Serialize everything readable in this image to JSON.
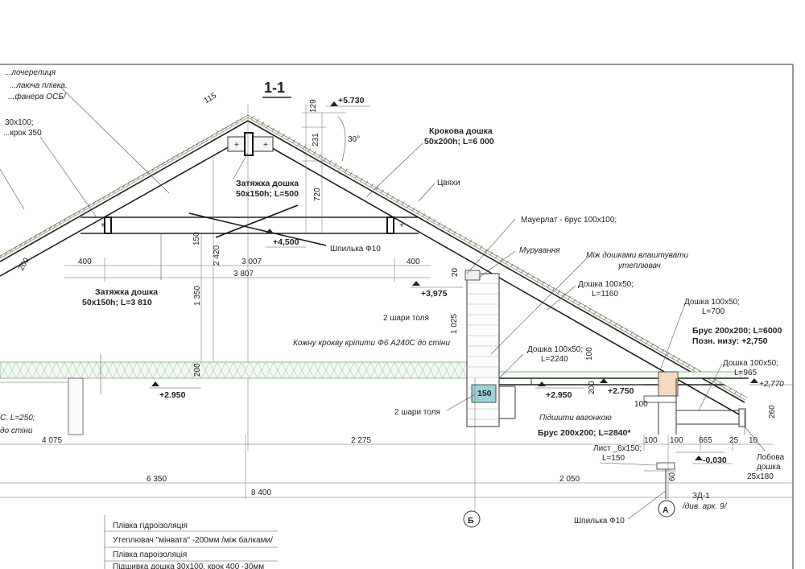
{
  "section_title": "1-1",
  "roof_layers": [
    "...лочерепиця",
    "...лаюча плівка.",
    "...фанера ОСБ/"
  ],
  "left_partial": {
    "l1": "30х100;",
    "l2": "...крок 350",
    "l3": "C. L=250;",
    "l4": "до стіни"
  },
  "labels": {
    "rafter_title": "Крокова дошка",
    "rafter_spec": "50х200h; L=6 000",
    "nails": "Цвяхи",
    "tie_top_title": "Затяжка дошка",
    "tie_top_spec": "50х150h; L=500",
    "tie_bottom_title": "Затяжка дошка",
    "tie_bottom_spec": "50х150h; L=3 810",
    "mauerlat": "Мауерлат - брус 100х100;",
    "masonry": "Мурування",
    "insulate_1": "Між дошками влаштувати",
    "insulate_2": "утеплювач",
    "board_1160_a": "Дошка 100х50;",
    "board_1160_b": "L=1160",
    "board_700_a": "Дошка 100х50;",
    "board_700_b": "L=700",
    "beam_6000_a": "Брус 200х200; L=6000",
    "beam_6000_b": "Позн. низу: +2,750",
    "board_2240_a": "Дошка 100х50;",
    "board_2240_b": "L=2240",
    "board_965_a": "Дошка 100х50;",
    "board_965_b": "L=965",
    "tar_1": "2 шари толя",
    "tar_2": "2 шари толя",
    "fasten_note": "Кожну крокву кріпити Ф6 А240С до стіни",
    "stud_top": "Шпилька Ф10",
    "stud_bottom": "Шпилька Ф10",
    "lining": "Підшити вагонкою",
    "beam_2840": "Брус 200х200; L=2840*",
    "sheet_a": "Лист _6х150;",
    "sheet_b": "L=150",
    "fascia_a": "Лобова",
    "fascia_b": "дошка",
    "fascia_c": "25х180",
    "zd_a": "ЗД-1",
    "zd_b": "/див. арк. 9/",
    "axis_b": "Б",
    "axis_a": "А",
    "box_150": "150"
  },
  "elevations": {
    "ridge": "+5.730",
    "tie": "+4,500",
    "mauerlat": "+3,975",
    "floor_left": "+2.950",
    "floor_right": "+2.950",
    "beam": "+2.750",
    "eave": "+2,770",
    "ground": "-0,030"
  },
  "angle": "30°",
  "dims": {
    "d115": "115",
    "d129": "129",
    "d231": "231",
    "d720": "720",
    "d150": "150",
    "d2420": "2 420",
    "d1350": "1 350",
    "d200": "200",
    "d200b": "200",
    "d400a": "400",
    "d3007": "3 007",
    "d400b": "400",
    "d3807": "3 807",
    "d20": "20",
    "d1025": "1 025",
    "d100v": "100",
    "d200v": "200",
    "d100a": "100",
    "d100b": "100",
    "d100c": "100",
    "d665": "665",
    "d25": "25",
    "d10": "10",
    "d260": "260",
    "d60": "60",
    "d4075": "4 075",
    "d2275": "2 275",
    "d6350": "6 350",
    "d8400": "8 400",
    "d2050": "2 050"
  },
  "legend": [
    "Плівка гідроізоляція",
    "Утеплювач \"мінвата\" -200мм /між балками/",
    "Плівка пароізоляція",
    "Підшивка дошка 30х100, крок 400 -30мм"
  ]
}
